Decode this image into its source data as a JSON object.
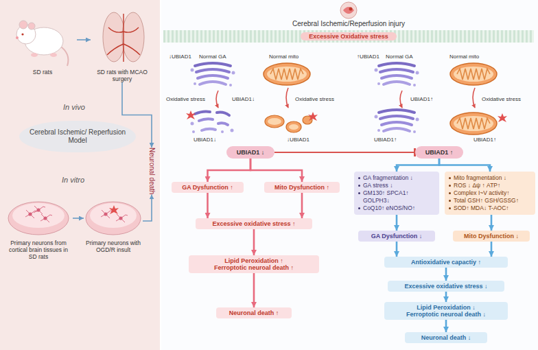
{
  "diagram": {
    "nodes": [
      {
        "text": [
          "SD rats"
        ]
      },
      {
        "text": [
          "SD rats with MCAO surgery"
        ]
      },
      {
        "text": [
          "Cerebral Ischemic/ Reperfusion Model"
        ]
      },
      {
        "text": [
          "Primary neurons from cortical brain tissues in SD rats"
        ]
      },
      {
        "text": [
          "Primary neurons with OGD/R insult"
        ]
      },
      {
        "text": [
          "Neuronal death"
        ]
      },
      {
        "text": [
          "Cerebral Ischemic/Reperfusion injury"
        ]
      },
      {
        "text": [
          "Excessive Oxidative stress"
        ]
      },
      {
        "text": [
          "UBIAD1 ↓"
        ]
      },
      {
        "text": [
          "UBIAD1 ↑"
        ]
      },
      {
        "text": [
          "GA Dysfunction ↑"
        ]
      },
      {
        "text": [
          "Mito Dysfunction ↑"
        ]
      },
      {
        "text": [
          "Excessive oxidative stress ↑"
        ]
      },
      {
        "text": [
          "Lipid Peroxidation ↑",
          "Ferroptotic neuroal death ↑"
        ]
      },
      {
        "text": [
          "Neuronal death ↑"
        ]
      },
      {
        "text": [
          "GA fragmentation ↓",
          "GA stress ↓",
          "GM130↑ SPCA1↑ GOLPH3↓",
          "CoQ10↑ eNOS/NO↑"
        ]
      },
      {
        "text": [
          "Mito fragmentation ↓",
          "ROS ↓ Δψ ↑ ATP↑",
          "Complex I~V activity↑",
          "Total GSH↑ GSH/GSSG↑",
          "SOD↑ MDA↓ T-AOC↑"
        ]
      },
      {
        "text": [
          "GA Dysfunction ↓"
        ]
      },
      {
        "text": [
          "Mito Dysfunction ↓"
        ]
      },
      {
        "text": [
          "Antioxidative capactiy ↑"
        ]
      },
      {
        "text": [
          "Excessive oxidative stress ↓"
        ]
      },
      {
        "text": [
          "Lipid Peroxidation ↓",
          "Ferroptotic neuroal death ↓"
        ]
      },
      {
        "text": [
          "Neuronal death ↓"
        ]
      }
    ],
    "edges": [
      {
        "from": 0,
        "to": 1,
        "arrow": "to"
      },
      {
        "from": 3,
        "to": 4,
        "arrow": "to"
      },
      {
        "from": 1,
        "to": 5,
        "arrow": "to"
      },
      {
        "from": 4,
        "to": 5,
        "arrow": "to"
      },
      {
        "from": 8,
        "to": 9,
        "arrow": "to"
      },
      {
        "from": 8,
        "to": 10,
        "arrow": "to"
      },
      {
        "from": 8,
        "to": 11,
        "arrow": "to"
      },
      {
        "from": 10,
        "to": 12,
        "arrow": "to"
      },
      {
        "from": 11,
        "to": 12,
        "arrow": "to"
      },
      {
        "from": 12,
        "to": 13,
        "arrow": "to"
      },
      {
        "from": 13,
        "to": 14,
        "arrow": "to"
      },
      {
        "from": 9,
        "to": 15,
        "arrow": "to"
      },
      {
        "from": 9,
        "to": 16,
        "arrow": "to"
      },
      {
        "from": 15,
        "to": 17,
        "arrow": "to"
      },
      {
        "from": 16,
        "to": 18,
        "arrow": "to"
      },
      {
        "from": 17,
        "to": 19,
        "arrow": "to"
      },
      {
        "from": 18,
        "to": 19,
        "arrow": "to"
      },
      {
        "from": 19,
        "to": 20,
        "arrow": "to"
      },
      {
        "from": 20,
        "to": 21,
        "arrow": "to"
      },
      {
        "from": 21,
        "to": 22,
        "arrow": "to"
      }
    ],
    "labels": [
      "↓UBIAD1",
      "Normal GA",
      "Normal mito",
      "Oxidative stress",
      "UBIAD1↓",
      "Oxidative stress",
      "UBIAD1↓",
      "↓UBIAD1",
      "↑UBIAD1",
      "Normal GA",
      "Normal mito",
      "UBIAD1↑",
      "Oxidative stress",
      "UBIAD1↑",
      "UBIAD1↑",
      "In vivo",
      "In vitro"
    ]
  }
}
